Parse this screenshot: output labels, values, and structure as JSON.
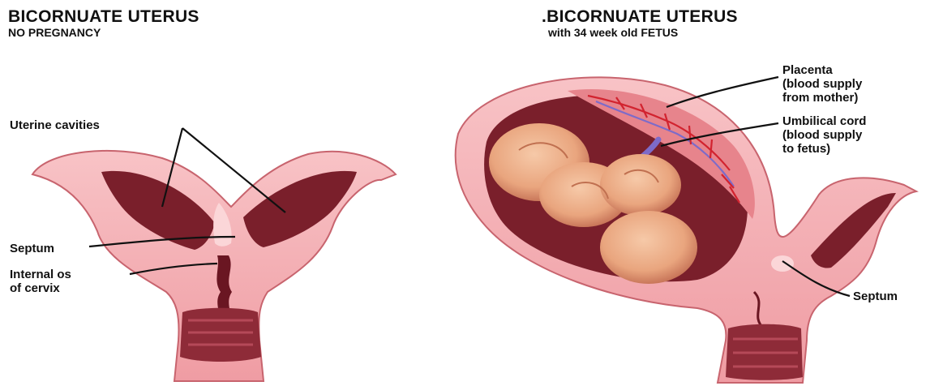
{
  "left_panel": {
    "title": "BICORNUATE UTERUS",
    "subtitle": "NO PREGNANCY",
    "labels": {
      "uterine_cavities": "Uterine cavities",
      "septum": "Septum",
      "internal_os_line1": "Internal os",
      "internal_os_line2": "of cervix"
    }
  },
  "right_panel": {
    "title": ".BICORNUATE UTERUS",
    "subtitle": "with 34 week old FETUS",
    "labels": {
      "placenta_line1": "Placenta",
      "placenta_line2": "(blood supply",
      "placenta_line3": "from mother)",
      "cord_line1": "Umbilical cord",
      "cord_line2": "(blood supply",
      "cord_line3": "to fetus)",
      "septum": "Septum"
    }
  },
  "colors": {
    "tissue_pink": "#f3a7ad",
    "tissue_light": "#f9c9cc",
    "cavity_dark": "#7a1f2b",
    "fetus": "#e9a57e",
    "vessels_red": "#d2232f",
    "vessels_blue": "#7d6bc9"
  }
}
